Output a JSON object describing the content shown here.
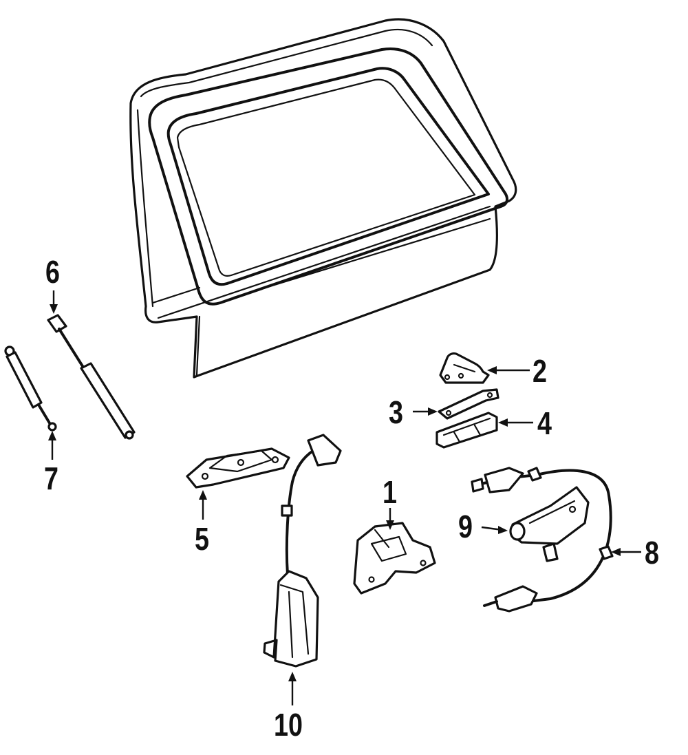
{
  "callouts": {
    "c1": "1",
    "c2": "2",
    "c3": "3",
    "c4": "4",
    "c5": "5",
    "c6": "6",
    "c7": "7",
    "c8": "8",
    "c9": "9",
    "c10": "10"
  },
  "colors": {
    "line": "#111111",
    "background": "#ffffff"
  }
}
